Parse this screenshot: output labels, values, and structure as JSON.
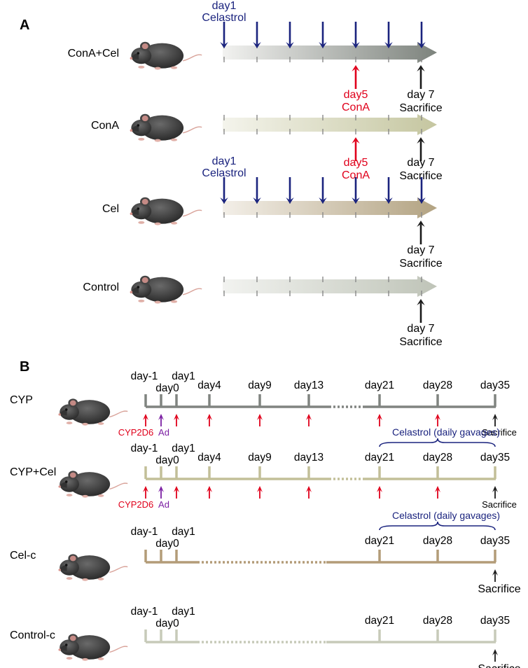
{
  "panel_a": {
    "letter": "A",
    "groups": [
      {
        "label": "ConA+Cel",
        "top_labels": [
          "day1",
          "Celastrol"
        ],
        "bottom_red": [
          "day5",
          "ConA"
        ],
        "bottom_black": [
          "day 7",
          "Sacrifice"
        ],
        "color_end": "#7d837d",
        "blue_arrows": true
      },
      {
        "label": "ConA",
        "top_labels": [],
        "bottom_red": [
          "day5",
          "ConA"
        ],
        "bottom_black": [
          "day 7",
          "Sacrifice"
        ],
        "color_end": "#c5c6a0",
        "blue_arrows": false
      },
      {
        "label": "Cel",
        "top_labels": [
          "day1",
          "Celastrol"
        ],
        "bottom_red": [],
        "bottom_black": [
          "day 7",
          "Sacrifice"
        ],
        "color_end": "#b3a382",
        "blue_arrows": true
      },
      {
        "label": "Control",
        "top_labels": [],
        "bottom_red": [],
        "bottom_black": [
          "day 7",
          "Sacrifice"
        ],
        "color_end": "#bfc4b8",
        "blue_arrows": false
      }
    ]
  },
  "panel_b": {
    "letter": "B",
    "groups": [
      {
        "label": "CYP",
        "days": [
          "day-1",
          "day0",
          "day1",
          "day4",
          "day9",
          "day13",
          "day21",
          "day28",
          "day35"
        ],
        "injection_labels": [
          "CYP2D6",
          "Ad"
        ],
        "sacrifice": "Sacrifice",
        "bracket": "",
        "color": "#808480",
        "dashed_style": "gap"
      },
      {
        "label": "CYP+Cel",
        "days": [
          "day-1",
          "day0",
          "day1",
          "day4",
          "day9",
          "day13",
          "day21",
          "day28",
          "day35"
        ],
        "injection_labels": [
          "CYP2D6",
          "Ad"
        ],
        "sacrifice": "Sacrifice",
        "bracket": "Celastrol (daily gavages)",
        "color": "#c2bf98",
        "dashed_style": "gap"
      },
      {
        "label": "Cel-c",
        "days": [
          "day-1",
          "day0",
          "day1",
          "day21",
          "day28",
          "day35"
        ],
        "injection_labels": [],
        "sacrifice": "Sacrifice",
        "bracket": "Celastrol (daily gavages)",
        "color": "#b39c78",
        "dashed_style": "long"
      },
      {
        "label": "Control-c",
        "days": [
          "day-1",
          "day0",
          "day1",
          "day21",
          "day28",
          "day35"
        ],
        "injection_labels": [],
        "sacrifice": "Sacrifice",
        "bracket": "",
        "color": "#c7cab9",
        "dashed_style": "long"
      }
    ]
  },
  "colors": {
    "blue": "#1a237e",
    "red": "#e0001b",
    "purple": "#7b1fa2",
    "mouse_body": "#3a3a3a",
    "mouse_tail": "#d9a39a"
  },
  "icons": [
    "mouse-icon",
    "down-arrow-icon",
    "up-arrow-icon"
  ]
}
